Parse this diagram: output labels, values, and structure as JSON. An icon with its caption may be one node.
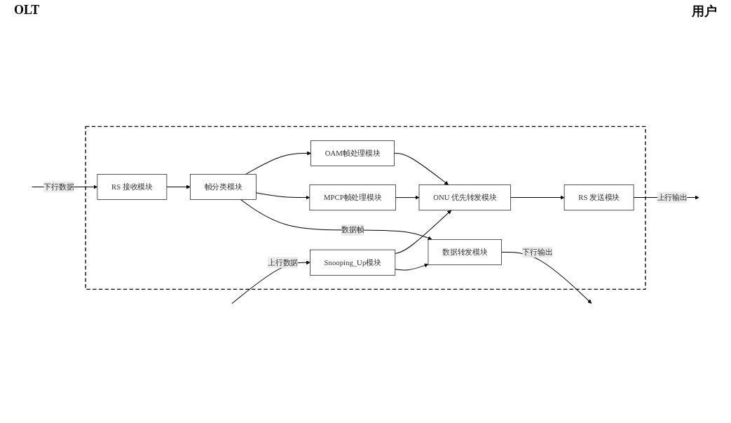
{
  "diagram": {
    "nodes": [
      {
        "text": [],
        "shape": "box"
      },
      {
        "text": [
          "RS 接收模块"
        ],
        "in": 0
      },
      {
        "text": [
          "帧分类模块"
        ],
        "in": 0
      },
      {
        "text": [
          "数据转发模块"
        ],
        "in": 0
      },
      {
        "text": [
          "MPCP帧处理模块"
        ],
        "in": 0
      },
      {
        "text": [
          "OAM帧处理模块"
        ],
        "in": 0
      },
      {
        "text": [
          "RS 发送模块"
        ],
        "in": 0
      },
      {
        "text": [
          "ONU 优先转发模块"
        ],
        "in": 0
      },
      {
        "text": [
          "Snooping_Up模块"
        ],
        "in": 0
      }
    ],
    "edges": [
      {
        "from": null,
        "to": 1,
        "arrow": "to",
        "label": "下行数据"
      },
      {
        "from": 1,
        "to": 2,
        "arrow": "to"
      },
      {
        "from": 2,
        "to": 3,
        "arrow": "to",
        "label": "数据帧"
      },
      {
        "from": 3,
        "to": null,
        "arrow": "to",
        "label": "下行输出"
      },
      {
        "from": 2,
        "to": 4,
        "arrow": "to"
      },
      {
        "from": 2,
        "to": 5,
        "arrow": "to"
      },
      {
        "from": 4,
        "to": 7,
        "arrow": "to"
      },
      {
        "from": 5,
        "to": 7,
        "arrow": "to"
      },
      {
        "from": 8,
        "to": 3,
        "arrow": "to"
      },
      {
        "from": 8,
        "to": 7,
        "arrow": "to"
      },
      {
        "from": 7,
        "to": 6,
        "arrow": "to"
      },
      {
        "from": 6,
        "to": null,
        "arrow": "to",
        "label": "上行输出"
      },
      {
        "from": null,
        "to": 8,
        "arrow": "to",
        "label": "上行数据"
      }
    ],
    "labels": [
      "OLT",
      "用户"
    ]
  }
}
